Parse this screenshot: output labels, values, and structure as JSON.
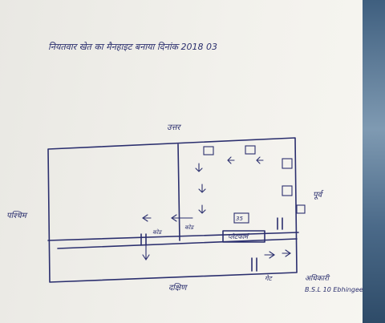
{
  "title_text": "नियतवार खेत का मैनहाइट बनाया दिनांक 2018 03",
  "labels": {
    "north": "उत्तर",
    "south": "दक्षिण",
    "east": "पूर्व",
    "west": "पश्चिम",
    "room": "प्लेटफार्म",
    "mark1": "35",
    "mark2": "कोड",
    "mark3": "कोड",
    "gate_label": "गेट",
    "signature_name": "अधिकारी",
    "signature_code": "B.S.L 10 Ebhingee"
  },
  "colors": {
    "ink": "#2b2f6e",
    "paper": "#f2f1ec",
    "background": "#5f7d95"
  }
}
